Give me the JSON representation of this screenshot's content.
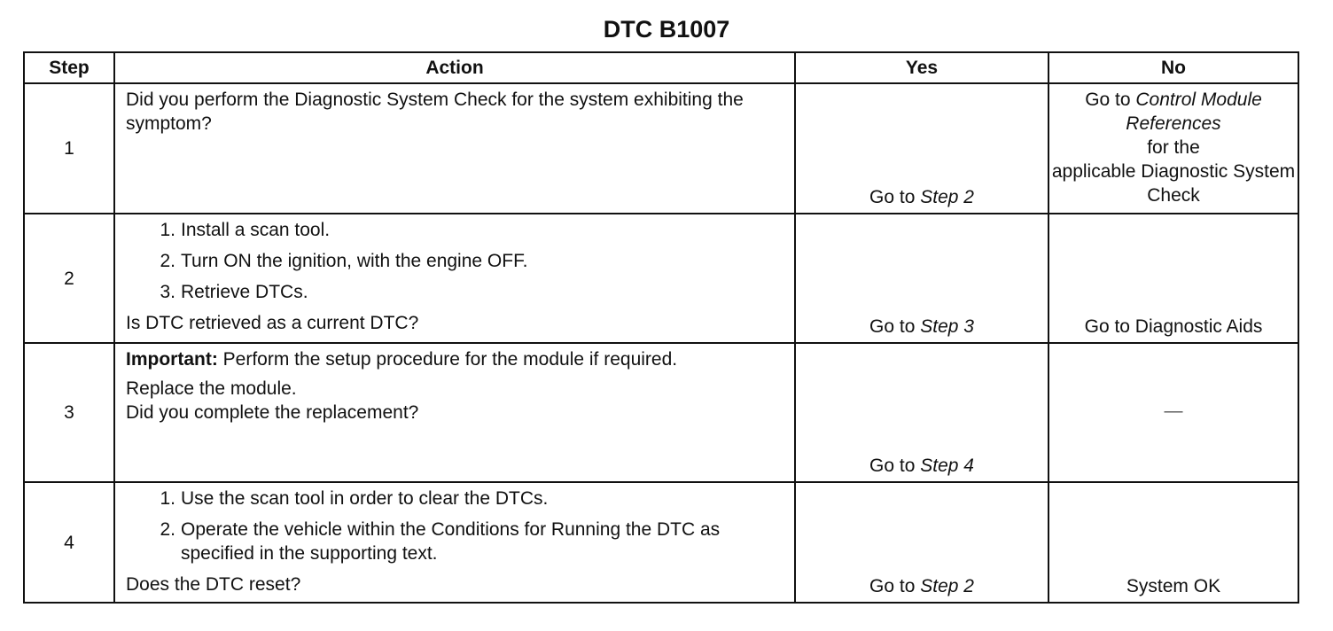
{
  "title": "DTC B1007",
  "headers": {
    "step": "Step",
    "action": "Action",
    "yes": "Yes",
    "no": "No"
  },
  "rows": [
    {
      "step": "1",
      "question": "Did you perform the Diagnostic System Check for the system exhibiting the symptom?",
      "yes": {
        "prefix": "Go to ",
        "link": "Step 2"
      },
      "no": {
        "prefix": "Go to ",
        "link": "Control Module References",
        "suffix1": "for the",
        "suffix2": "applicable Diagnostic System Check"
      }
    },
    {
      "step": "2",
      "items": [
        "Install a scan tool.",
        "Turn ON the ignition, with the engine OFF.",
        "Retrieve DTCs."
      ],
      "question": "Is DTC retrieved as a current DTC?",
      "yes": {
        "prefix": "Go to ",
        "link": "Step 3"
      },
      "no": {
        "text": "Go to Diagnostic Aids"
      }
    },
    {
      "step": "3",
      "important_label": "Important:",
      "important_text": " Perform the setup procedure for the module if required.",
      "instruction": "Replace the module.",
      "question": "Did you complete the replacement?",
      "yes": {
        "prefix": "Go to ",
        "link": "Step 4"
      },
      "no": {
        "text": "—"
      }
    },
    {
      "step": "4",
      "items": [
        "Use the scan tool in order to clear the DTCs.",
        "Operate the vehicle within the Conditions for Running the DTC as specified in the supporting text."
      ],
      "question": "Does the DTC reset?",
      "yes": {
        "prefix": "Go to ",
        "link": "Step 2"
      },
      "no": {
        "text": "System OK"
      }
    }
  ]
}
